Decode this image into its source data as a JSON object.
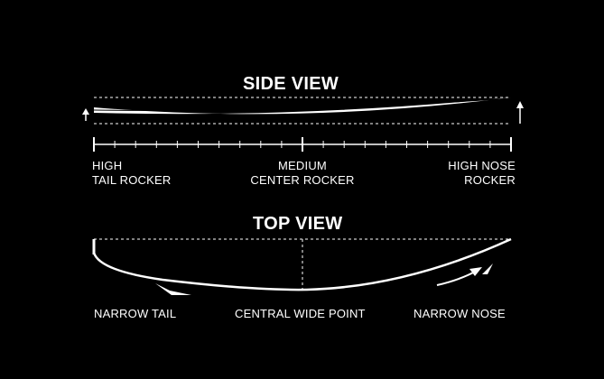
{
  "side_view": {
    "title": "SIDE VIEW",
    "labels": {
      "tail": "HIGH\nTAIL ROCKER",
      "center": "MEDIUM\nCENTER ROCKER",
      "nose": "HIGH NOSE\nROCKER"
    }
  },
  "top_view": {
    "title": "TOP VIEW",
    "labels": {
      "tail": "NARROW TAIL",
      "center": "CENTRAL WIDE POINT",
      "nose": "NARROW NOSE"
    }
  },
  "colors": {
    "background": "#000000",
    "line": "#ffffff"
  }
}
